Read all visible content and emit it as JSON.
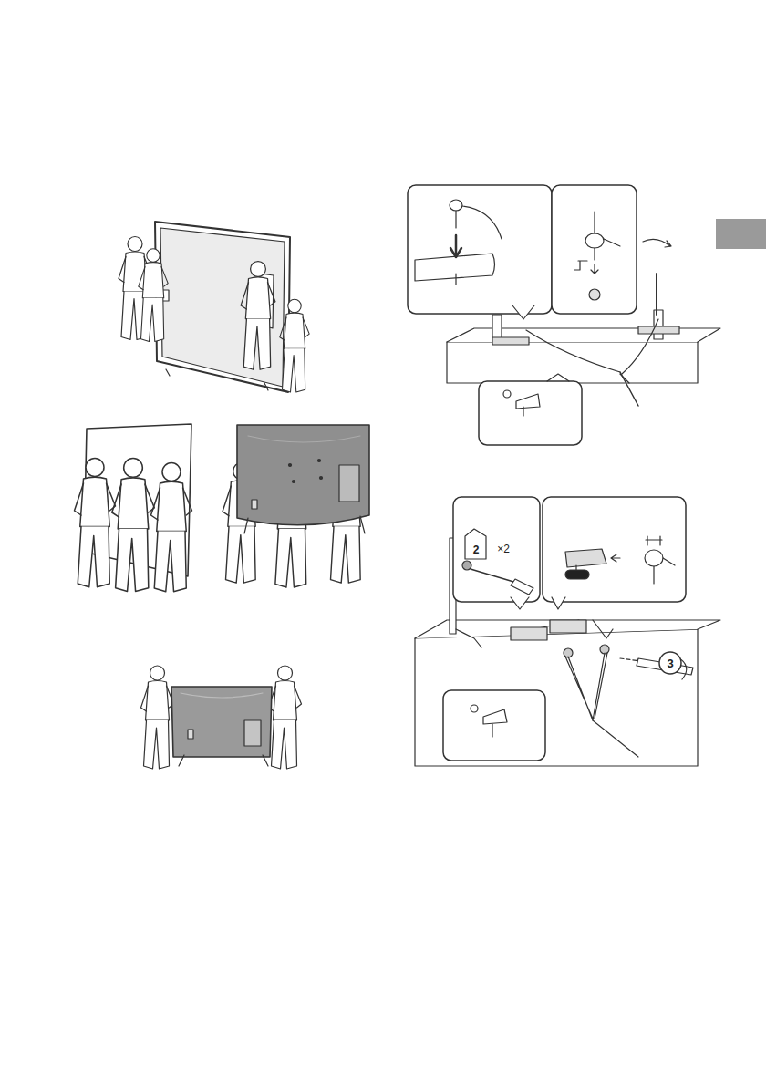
{
  "diagram": {
    "labels": [
      "2",
      "×2",
      "3"
    ]
  }
}
